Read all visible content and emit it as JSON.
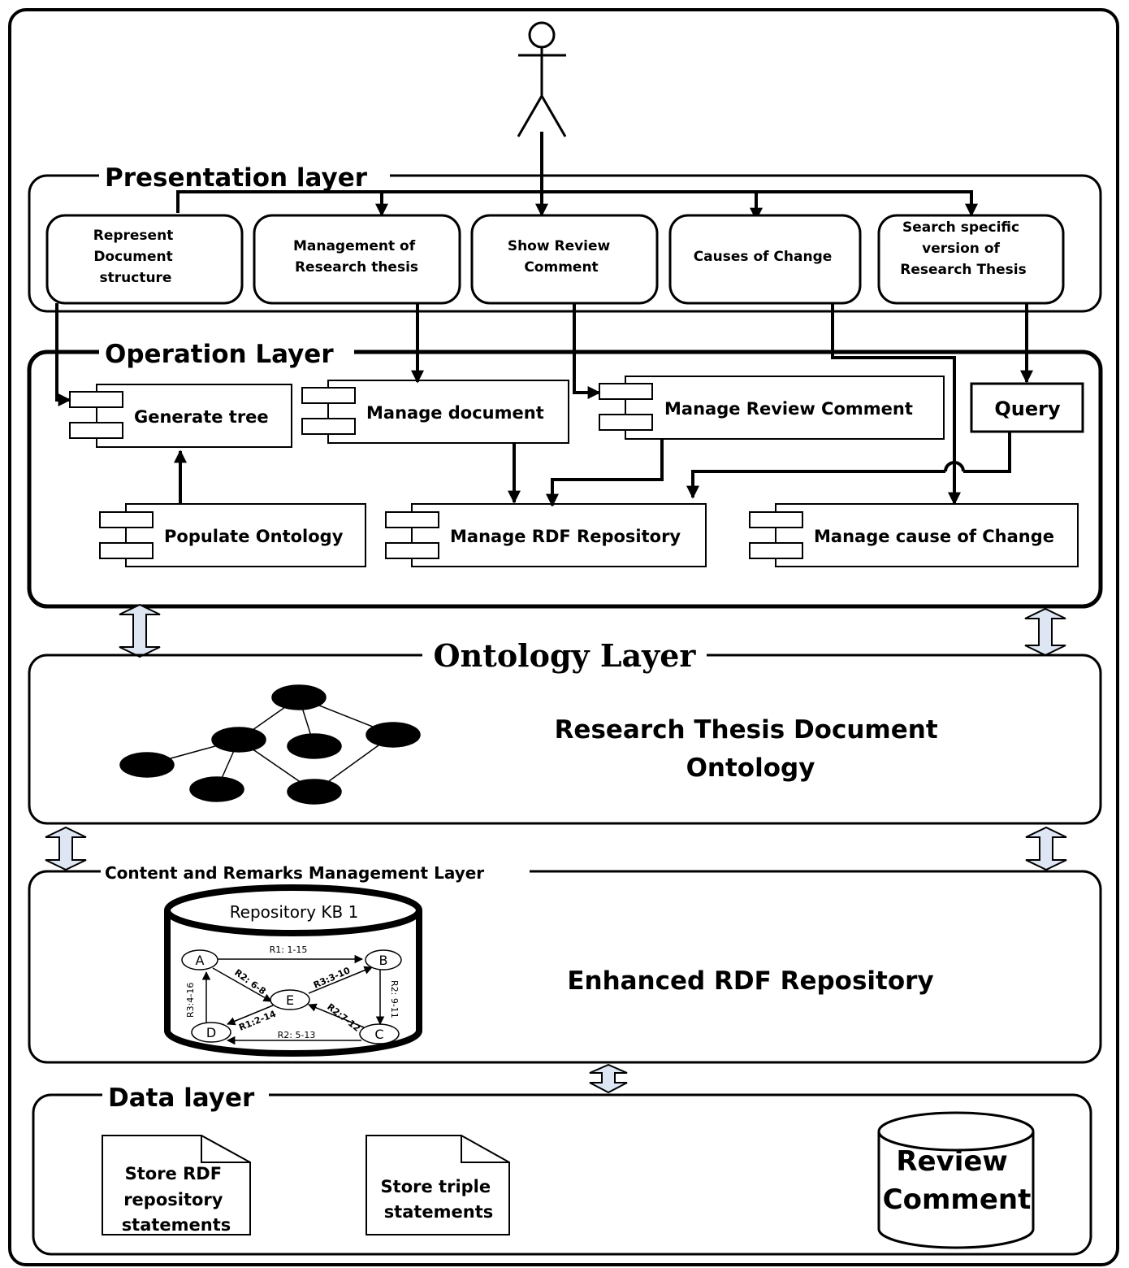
{
  "actor": {
    "icon": "stick-figure-user-icon"
  },
  "presentation_layer": {
    "title": "Presentation layer",
    "boxes": [
      [
        "Represent",
        "Document",
        "structure"
      ],
      [
        "Management of",
        "Research thesis"
      ],
      [
        "Show Review",
        "Comment"
      ],
      [
        "Causes of Change"
      ],
      [
        "Search specific",
        "version of",
        "Research Thesis"
      ]
    ]
  },
  "operation_layer": {
    "title": "Operation Layer",
    "components": {
      "generate_tree": "Generate tree",
      "manage_document": "Manage document",
      "manage_review_comment": "Manage Review Comment",
      "query": "Query",
      "populate_ontology": "Populate Ontology",
      "manage_rdf_repository": "Manage RDF Repository",
      "manage_cause_of_change": "Manage cause of Change"
    }
  },
  "ontology_layer": {
    "title": "Ontology Layer",
    "label_lines": [
      "Research Thesis Document",
      "Ontology"
    ]
  },
  "content_layer": {
    "title": "Content and Remarks Management Layer",
    "repository_title": "Repository KB 1",
    "graph": {
      "nodes": [
        "A",
        "B",
        "C",
        "D",
        "E"
      ],
      "edges": [
        "R1: 1-15",
        "R2: 6-8",
        "R3:3-10",
        "R2: 9-11",
        "R3:4-16",
        "R1:2-14",
        "R2:7-12",
        "R2: 5-13"
      ]
    },
    "label": "Enhanced RDF Repository"
  },
  "data_layer": {
    "title": "Data layer",
    "doc1_lines": [
      "Store RDF",
      "repository",
      "statements"
    ],
    "doc2_lines": [
      "Store triple",
      "statements"
    ],
    "db_lines": [
      "Review",
      "Comment"
    ]
  }
}
